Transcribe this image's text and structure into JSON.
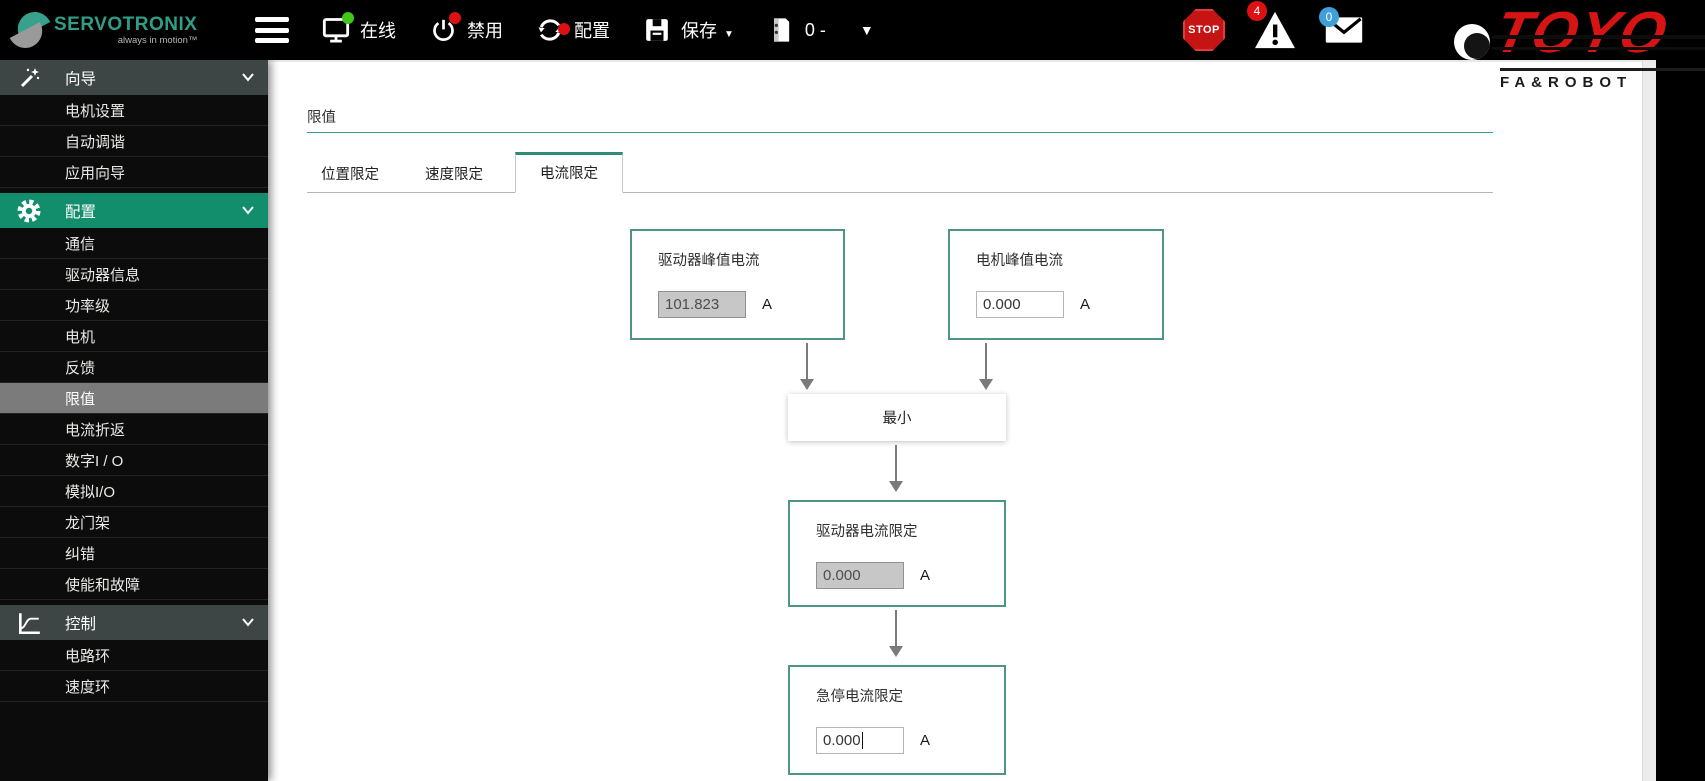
{
  "topbar": {
    "brand": {
      "name": "SERVOTRONIX",
      "tagline": "always in motion™"
    },
    "status": [
      {
        "icon": "monitor-icon",
        "label": "在线",
        "dot": "green"
      },
      {
        "icon": "power-icon",
        "label": "禁用",
        "dot": "red"
      },
      {
        "icon": "sync-icon",
        "label": "配置",
        "dot": "red"
      },
      {
        "icon": "save-icon",
        "label": "保存",
        "dropdown": true
      }
    ],
    "drive_selector": {
      "icon": "drive-icon",
      "value": "0 -"
    },
    "stop_button": {
      "label": "STOP"
    },
    "warning": {
      "count": "4"
    },
    "messages": {
      "count": "0"
    },
    "toyo": {
      "wordmark": "TOYO",
      "subtitle": "FA&ROBOT"
    }
  },
  "sidebar": {
    "sections": [
      {
        "label": "向导",
        "icon": "wand-icon",
        "expanded": true,
        "items": [
          "电机设置",
          "自动调谐",
          "应用向导"
        ]
      },
      {
        "label": "配置",
        "icon": "gear-icon",
        "expanded": true,
        "active": true,
        "items": [
          "通信",
          "驱动器信息",
          "功率级",
          "电机",
          "反馈",
          "限值",
          "电流折返",
          "数字I / O",
          "模拟I/O",
          "龙门架",
          "纠错",
          "使能和故障"
        ],
        "selected_item": "限值"
      },
      {
        "label": "控制",
        "icon": "curve-icon",
        "expanded": true,
        "items": [
          "电路环",
          "速度环"
        ]
      }
    ]
  },
  "main": {
    "title": "限值",
    "tabs": [
      {
        "label": "位置限定",
        "active": false
      },
      {
        "label": "速度限定",
        "active": false
      },
      {
        "label": "电流限定",
        "active": true
      }
    ],
    "diagram": {
      "drive_peak": {
        "label": "驱动器峰值电流",
        "value": "101.823",
        "unit": "A",
        "state": "readonly"
      },
      "motor_peak": {
        "label": "电机峰值电流",
        "value": "0.000",
        "unit": "A",
        "state": "editable"
      },
      "min_node": {
        "label": "最小"
      },
      "drive_limit": {
        "label": "驱动器电流限定",
        "value": "0.000",
        "unit": "A",
        "state": "readonly"
      },
      "estop_limit": {
        "label": "急停电流限定",
        "value": "0.000",
        "unit": "A",
        "state": "editing"
      }
    }
  },
  "colors": {
    "accent_teal": "#35a089",
    "box_border": "#4f9585",
    "tab_accent": "#2e8b74",
    "sidebar_active": "#128e6c",
    "selected_bg": "#7b7b7b",
    "stop_red": "#c41414",
    "badge_red": "#dd1111",
    "badge_blue": "#3f9fd8",
    "dot_green": "#42c718",
    "toyo_red": "#d71414"
  }
}
